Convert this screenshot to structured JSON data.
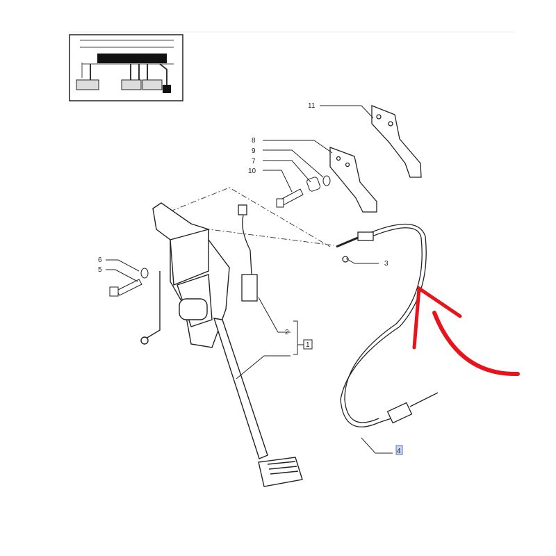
{
  "callouts": {
    "c11": "11",
    "c8": "8",
    "c9": "9",
    "c7": "7",
    "c10": "10",
    "c6": "6",
    "c5": "5",
    "c3": "3",
    "c2": "2",
    "c1": "1",
    "c4": "4"
  },
  "colors": {
    "ink": "#222222",
    "annotation_arrow": "#e8141c",
    "highlight": "#5577bb"
  }
}
